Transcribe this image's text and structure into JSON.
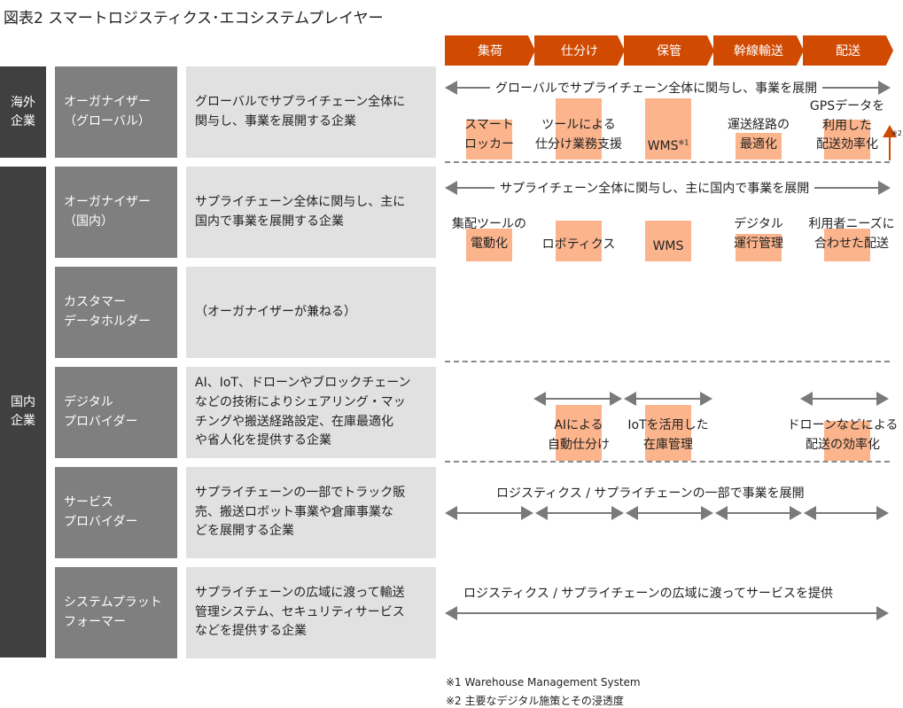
{
  "title": "図表2 スマートロジスティクス･エコシステムプレイヤー",
  "stages": [
    "集荷",
    "仕分け",
    "保管",
    "幹線輸送",
    "配送"
  ],
  "categories": {
    "overseas": "海外\n企業",
    "domestic": "国内\n企業"
  },
  "rows": [
    {
      "role": "オーガナイザー\n（グローバル）",
      "desc": "グローバルでサプライチェーン全体に\n関与し、事業を展開する企業",
      "span": "グローバルでサプライチェーン全体に関与し、事業を展開",
      "items": [
        "スマート\nロッカー",
        "ツールによる\n仕分け業務支援",
        "WMS",
        "運送経路の\n最適化",
        "GPSデータを\n利用した\n配送効率化"
      ],
      "wms_note": "※1",
      "arrow_note": "※2"
    },
    {
      "role": "オーガナイザー\n（国内）",
      "desc": "サプライチェーン全体に関与し、主に\n国内で事業を展開する企業",
      "span": "サプライチェーン全体に関与し、主に国内で事業を展開",
      "items": [
        "集配ツールの\n電動化",
        "ロボティクス",
        "WMS",
        "デジタル\n運行管理",
        "利用者ニーズに\n合わせた配送"
      ]
    },
    {
      "role": "カスタマー\nデータホルダー",
      "desc": "（オーガナイザーが兼ねる）"
    },
    {
      "role": "デジタル\nプロバイダー",
      "desc": "AI、IoT、ドローンやブロックチェーン\nなどの技術によりシェアリング・マッ\nチングや搬送経路設定、在庫最適化\nや省人化を提供する企業",
      "items": [
        "AIによる\n自動仕分け",
        "IoTを活用した\n在庫管理",
        "ドローンなどによる\n配送の効率化"
      ]
    },
    {
      "role": "サービス\nプロバイダー",
      "desc": "サプライチェーンの一部でトラック販\n売、搬送ロボット事業や倉庫事業な\nどを展開する企業",
      "span": "ロジスティクス / サプライチェーンの一部で事業を展開"
    },
    {
      "role": "システムプラット\nフォーマー",
      "desc": "サプライチェーンの広域に渡って輸送\n管理システム、セキュリティサービス\nなどを提供する企業",
      "span": "ロジスティクス / サプライチェーンの広域に渡ってサービスを提供"
    }
  ],
  "footnotes": [
    "※1 Warehouse Management System",
    "※2 主要なデジタル施策とその浸透度"
  ],
  "colors": {
    "accent": "#d04a02",
    "highlight": "#fbb48c",
    "dark": "#404040",
    "mid": "#7f7f7f",
    "light": "#e1e1e1"
  }
}
